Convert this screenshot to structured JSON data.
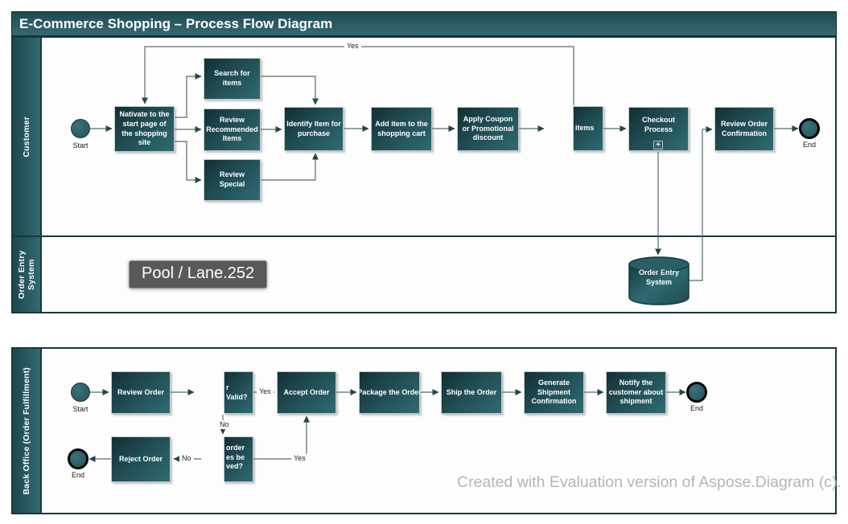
{
  "title": "E-Commerce Shopping – Process Flow Diagram",
  "watermark": "Created with Evaluation version of Aspose.Diagram (c).",
  "tooltip": "Pool / Lane.252",
  "lanes": {
    "customer": "Customer",
    "order_entry": "Order Entry System",
    "back_office": "Back Office (Order Fulfillment)"
  },
  "labels": {
    "start": "Start",
    "end": "End",
    "yes": "Yes",
    "no": "No"
  },
  "nodes": {
    "navigate": "Nativate to the start page of the shopping site",
    "search": "Search for items",
    "review_recommended": "Review Recommended Items",
    "review_special": "Review Special",
    "identify": "Identify Item for purchase",
    "add_item": "Add item to the shopping cart",
    "apply_coupon": "Apply Coupon or Promotional discount",
    "items": "items",
    "checkout": "Checkout Process",
    "checkout_marker": "+",
    "review_confirmation": "Review Order Confirmation",
    "order_entry_db": "Order Entry System",
    "review_order": "Review Order",
    "valid_clipped": "r Valid?",
    "accept": "Accept Order",
    "package": "Package the Order",
    "ship": "Ship the Order",
    "generate": "Generate Shipment Confirmation",
    "notify": "Notify the customer about shipment",
    "resolve_l1": "order",
    "resolve_l2": "es be",
    "resolve_l3": "ved?",
    "reject": "Reject Order"
  },
  "colors": {
    "teal_border": "#16393d",
    "box_fill": "#2f6b72",
    "connector": "#566e71",
    "tooltip_bg": "#58595b",
    "watermark": "#b5b5b5"
  }
}
